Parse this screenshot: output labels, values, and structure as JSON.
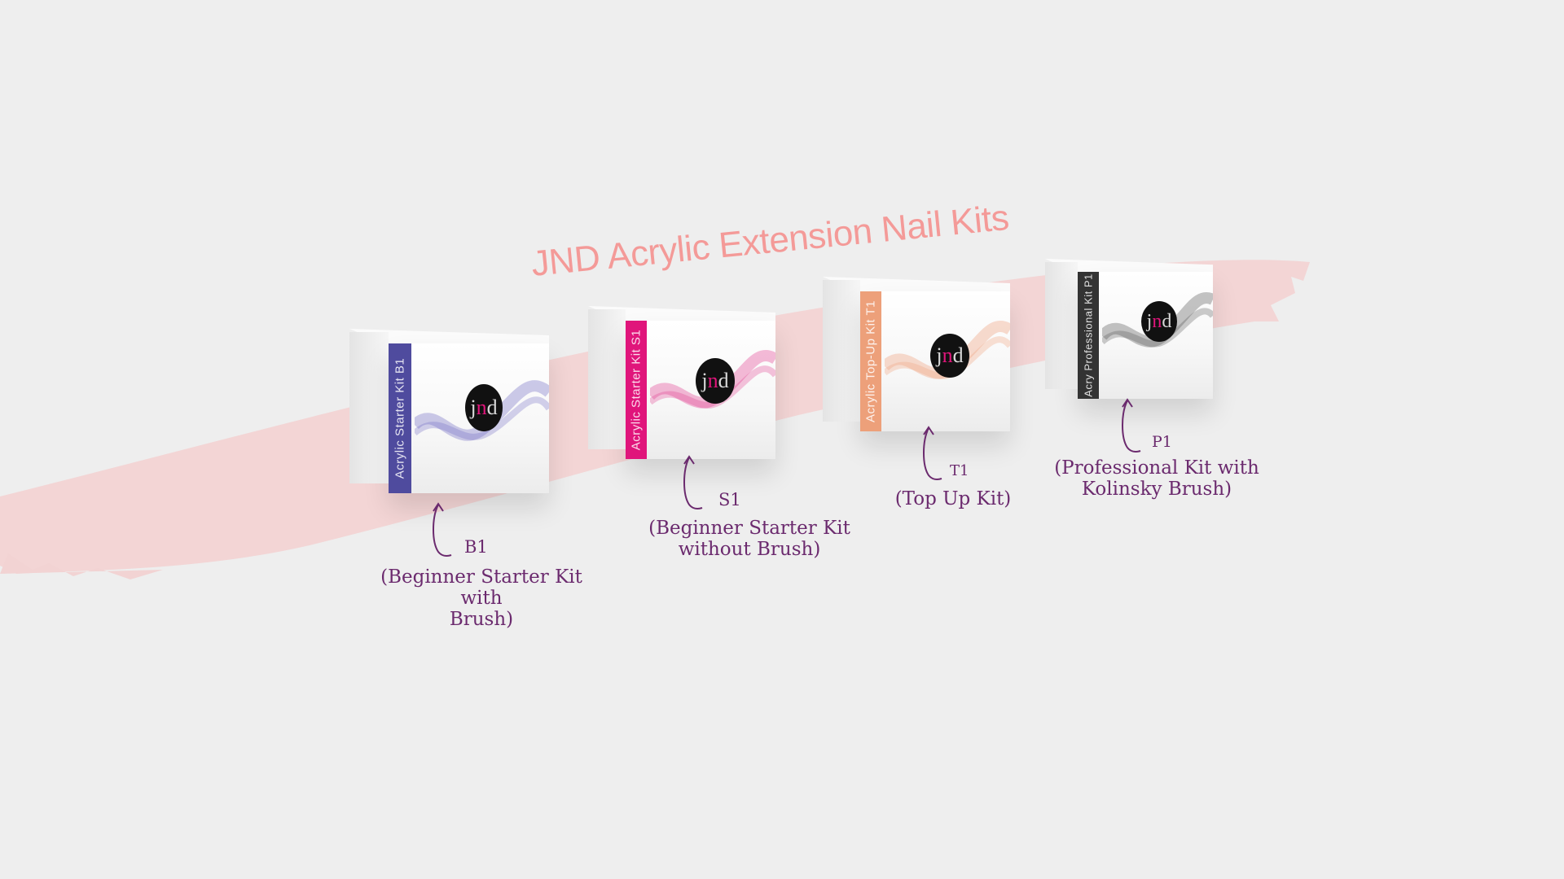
{
  "title": "JND Acrylic Extension Nail Kits",
  "colors": {
    "background": "#eeeeee",
    "stroke": "#f2d3d3",
    "title": "#f49a98",
    "label": "#6b2a6e",
    "logo_bg": "#111111",
    "logo_accent": "#e0157b"
  },
  "logo": {
    "j": "j",
    "n": "n",
    "d": "d"
  },
  "kits": [
    {
      "code": "B1",
      "box_label": "Acrylic Starter Kit B1",
      "description": "(Beginner Starter Kit with\nBrush)",
      "band_color": "#4f4b9e",
      "wave_color": "#6f6bc4"
    },
    {
      "code": "S1",
      "box_label": "Acrylic Starter Kit S1",
      "description": "(Beginner Starter Kit\nwithout  Brush)",
      "band_color": "#e0157b",
      "wave_color": "#e23d8f"
    },
    {
      "code": "T1",
      "box_label": "Acrylic Top-Up Kit T1",
      "description": "(Top Up Kit)",
      "band_color": "#eda07a",
      "wave_color": "#f0a886"
    },
    {
      "code": "P1",
      "box_label": "Acry Professional Kit P1",
      "description": "(Professional Kit with\nKolinsky Brush)",
      "band_color": "#333333",
      "wave_color": "#555555"
    }
  ]
}
